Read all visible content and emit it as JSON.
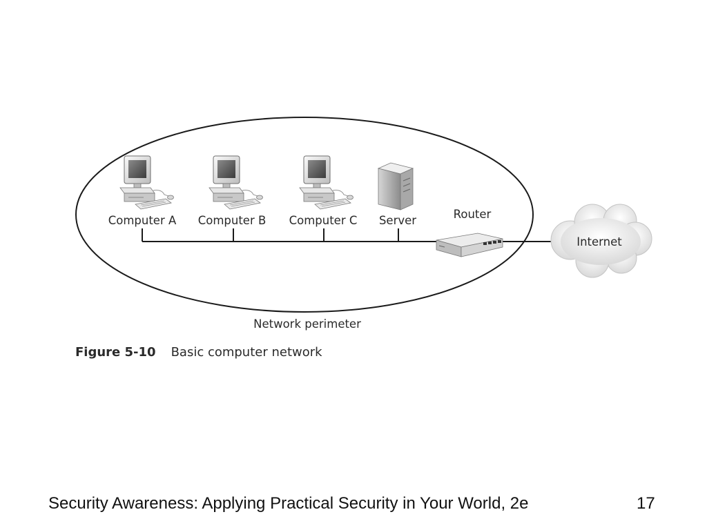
{
  "diagram": {
    "nodes": {
      "computer_a": "Computer A",
      "computer_b": "Computer B",
      "computer_c": "Computer C",
      "server": "Server",
      "router": "Router",
      "internet": "Internet"
    },
    "perimeter_label": "Network perimeter"
  },
  "caption": {
    "figure_number": "Figure 5-10",
    "text": "Basic computer network"
  },
  "footer": {
    "title": "Security Awareness: Applying Practical Security in Your World, 2e",
    "page_number": "17"
  }
}
